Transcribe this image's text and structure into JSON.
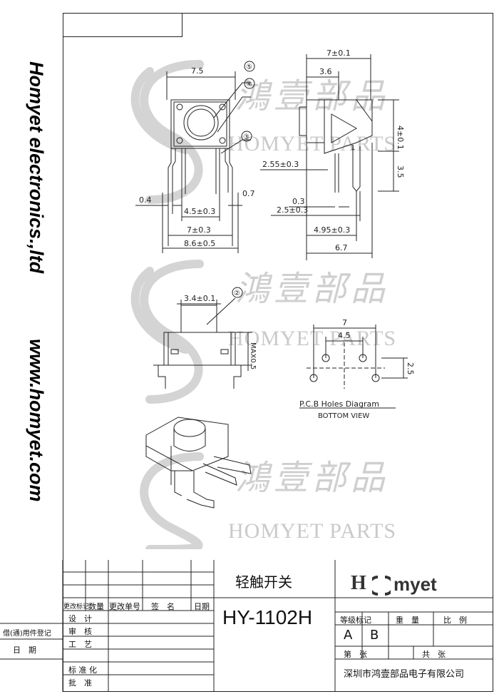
{
  "company_side": "Homyet electronics.,ltd",
  "website_side": "www.homyet.com",
  "watermark": {
    "cn": "鴻壹部品",
    "en": "HOMYET PARTS"
  },
  "dims": {
    "top_width": "7.5",
    "lead_w": "0.4",
    "lead_gap": "0.7",
    "pitch_inner": "4.5±0.3",
    "pitch_outer": "7±0.3",
    "overall": "8.6±0.5",
    "side_total": "7±0.1",
    "side_partial": "3.6",
    "side_offset": "2.55±0.3",
    "side_height": "4±0.1",
    "side_lead": "3.5",
    "side_lead_w": "0.3",
    "side_pitch": "2.5±0.3",
    "side_depth": "4.95±0.3",
    "side_overall": "6.7",
    "stem_w": "3.4±0.1",
    "max_h": "MAX0.5",
    "pcb_pitch_outer": "7",
    "pcb_pitch_inner": "4.5",
    "pcb_row": "2.5",
    "side_num": "1"
  },
  "callouts": [
    "⑤",
    "④",
    "③",
    "②"
  ],
  "pcb": {
    "title": "P.C.B Holes Diagram",
    "subtitle": "BOTTOM VIEW"
  },
  "title_block": {
    "product_name": "轻触开关",
    "part_number": "HY-1102H",
    "brand": "H",
    "brand_rest": "myet",
    "company": "深圳市鸿壹部品电子有限公司",
    "col_headers": [
      "更改标记",
      "数量",
      "更改单号",
      "签　名",
      "日期"
    ],
    "rows": [
      "设　计",
      "审　核",
      "工　艺",
      "",
      "标 准 化",
      "批　准"
    ],
    "left_labels": [
      "借(通)用件登记",
      "日　期"
    ],
    "grade_header": [
      "等级标记",
      "重　量",
      "比　例"
    ],
    "grades": [
      "A",
      "B"
    ],
    "sheet": [
      "第　张",
      "共　张"
    ]
  }
}
